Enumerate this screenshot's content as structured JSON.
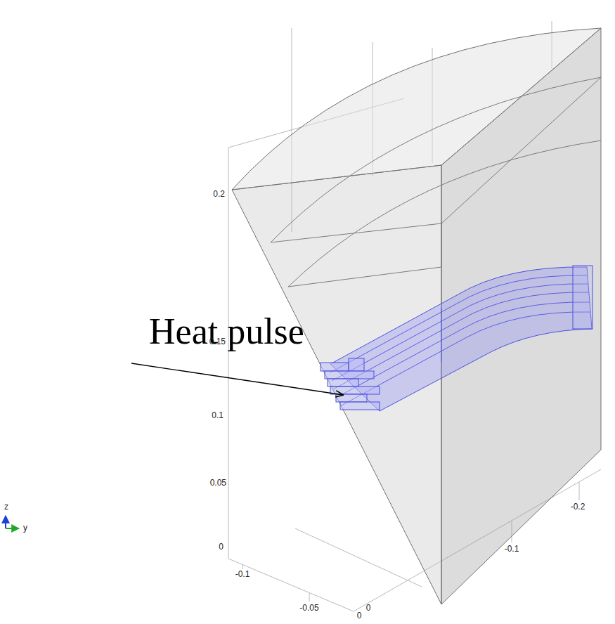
{
  "diagram": {
    "labels": [
      "Heat pulse",
      "0.2",
      "0.15",
      "0.1",
      "0.05",
      "-0.2",
      "0",
      "z",
      "y",
      "-0.1",
      "-0.1",
      "-0.05",
      "0",
      "0"
    ]
  }
}
